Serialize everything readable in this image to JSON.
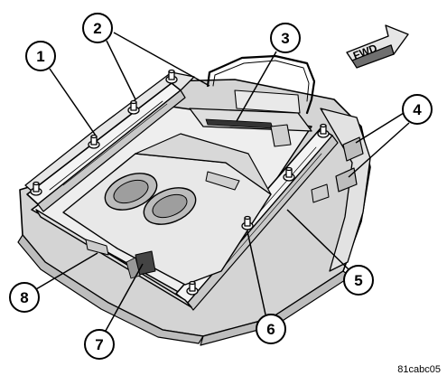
{
  "figure": {
    "fwd_label": "FWD",
    "figure_code": "81cabc05",
    "callouts": [
      {
        "number": "1"
      },
      {
        "number": "2"
      },
      {
        "number": "3"
      },
      {
        "number": "4"
      },
      {
        "number": "5"
      },
      {
        "number": "6"
      },
      {
        "number": "7"
      },
      {
        "number": "8"
      }
    ]
  }
}
